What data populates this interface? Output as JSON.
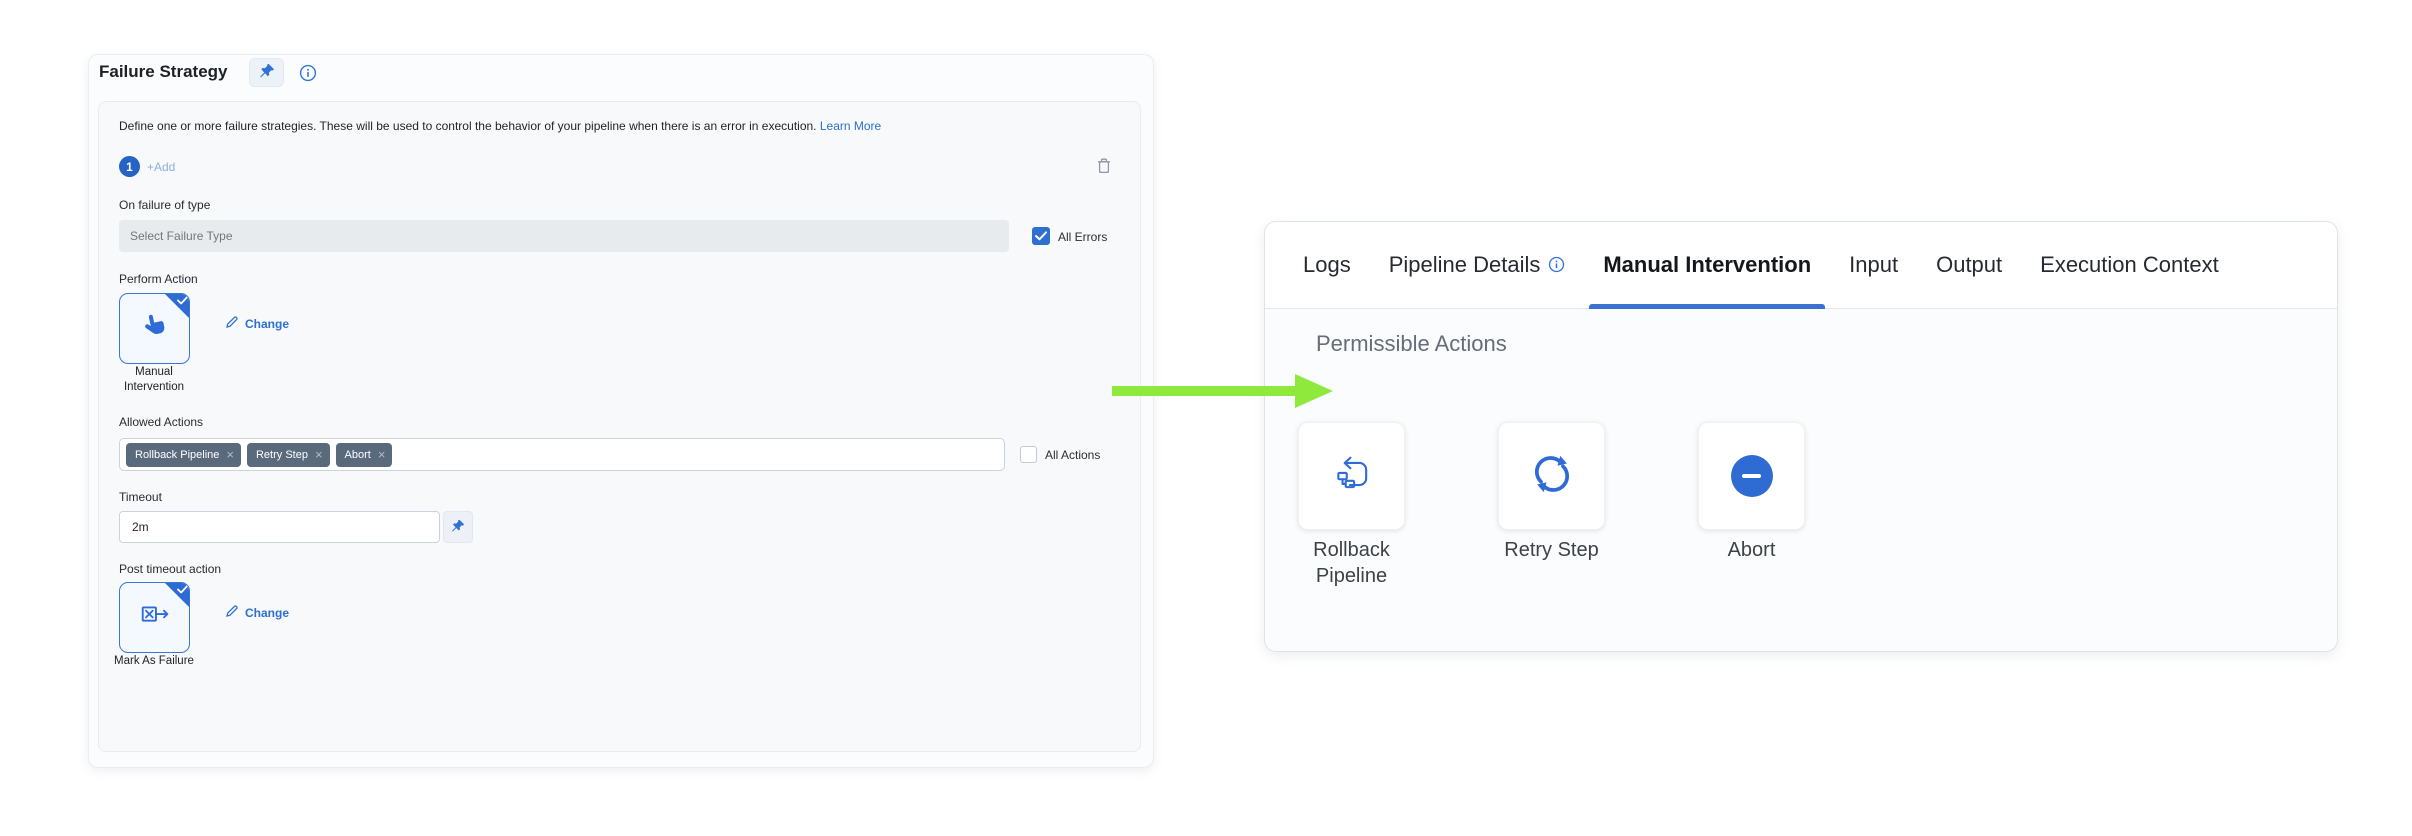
{
  "failure_strategy_panel": {
    "title": "Failure Strategy",
    "description": "Define one or more failure strategies. These will be used to control the behavior of your pipeline when there is an error in execution.",
    "learn_more_label": "Learn More",
    "strategy_index": "1",
    "add_label": "+Add",
    "on_failure_label": "On failure of type",
    "failure_type_placeholder": "Select Failure Type",
    "all_errors_label": "All Errors",
    "all_errors_checked": true,
    "perform_action_label": "Perform Action",
    "perform_action_value": "Manual Intervention",
    "change_label": "Change",
    "allowed_actions_label": "Allowed Actions",
    "allowed_actions_tags": [
      "Rollback Pipeline",
      "Retry Step",
      "Abort"
    ],
    "tag_remove_glyph": "×",
    "all_actions_label": "All Actions",
    "all_actions_checked": false,
    "timeout_label": "Timeout",
    "timeout_value": "2m",
    "post_timeout_label": "Post timeout action",
    "post_timeout_value": "Mark As Failure",
    "change_label_2": "Change"
  },
  "details_panel": {
    "tabs": [
      {
        "label": "Logs",
        "active": false
      },
      {
        "label": "Pipeline Details",
        "active": false,
        "icon": "info-icon"
      },
      {
        "label": "Manual Intervention",
        "active": true
      },
      {
        "label": "Input",
        "active": false
      },
      {
        "label": "Output",
        "active": false
      },
      {
        "label": "Execution Context",
        "active": false
      }
    ],
    "section_title": "Permissible Actions",
    "actions": [
      {
        "label": "Rollback Pipeline",
        "icon": "rollback-pipeline-icon"
      },
      {
        "label": "Retry Step",
        "icon": "retry-icon"
      },
      {
        "label": "Abort",
        "icon": "abort-icon"
      }
    ]
  },
  "annotation": {
    "arrow_icon": "green-arrow-right"
  },
  "colors": {
    "accent_blue": "#2f6bd8",
    "checkbox_blue": "#2e6fd0",
    "tab_underline_blue": "#3b72d2",
    "chip_slate": "#5a6a7d",
    "arrow_green": "#8fe93d",
    "panel_bg": "#f7f9fb"
  }
}
